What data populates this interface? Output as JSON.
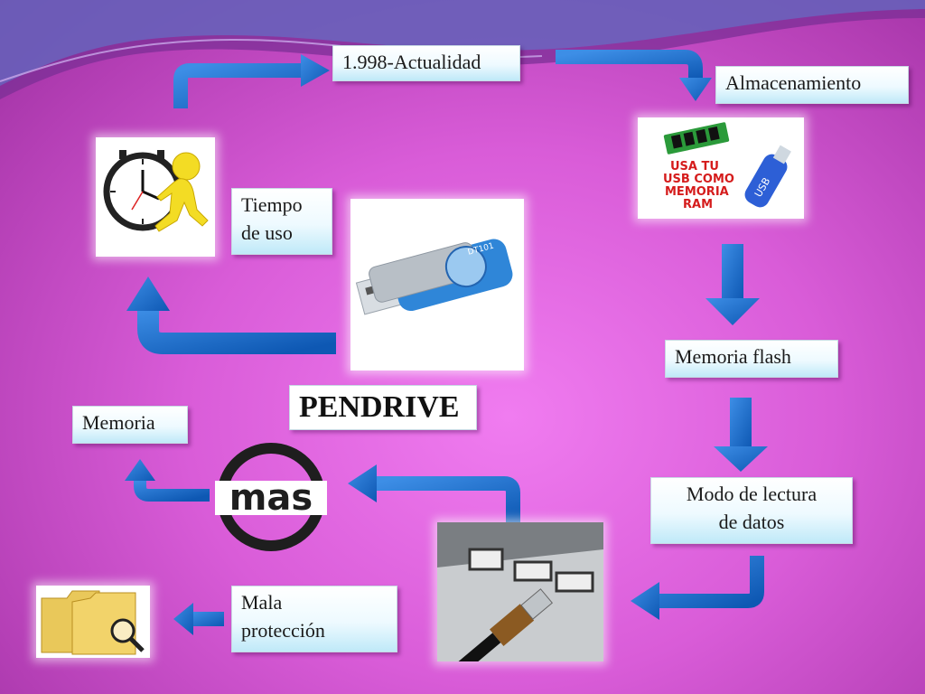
{
  "title": "PENDRIVE",
  "nodes": {
    "actualidad": "1.998-Actualidad",
    "almacenamiento": "Almacenamiento",
    "tiempo_uso": [
      "Tiempo",
      "de uso"
    ],
    "memoria_flash": "Memoria flash",
    "memoria": "Memoria",
    "modo_lectura": [
      "Modo de lectura",
      "de datos"
    ],
    "mala_proteccion": [
      "Mala",
      "protección"
    ]
  },
  "images": {
    "usb_ram_text": [
      "USA TU",
      "USB COMO",
      "MEMORIA",
      "RAM"
    ],
    "usb_stick_label": "USB",
    "mas_logo_text": "mas",
    "flash_drive_model": "DT101"
  },
  "colors": {
    "arrow": "#1e6fd0",
    "arrow_dark": "#0b4fa8",
    "background": "#d95cd8"
  }
}
